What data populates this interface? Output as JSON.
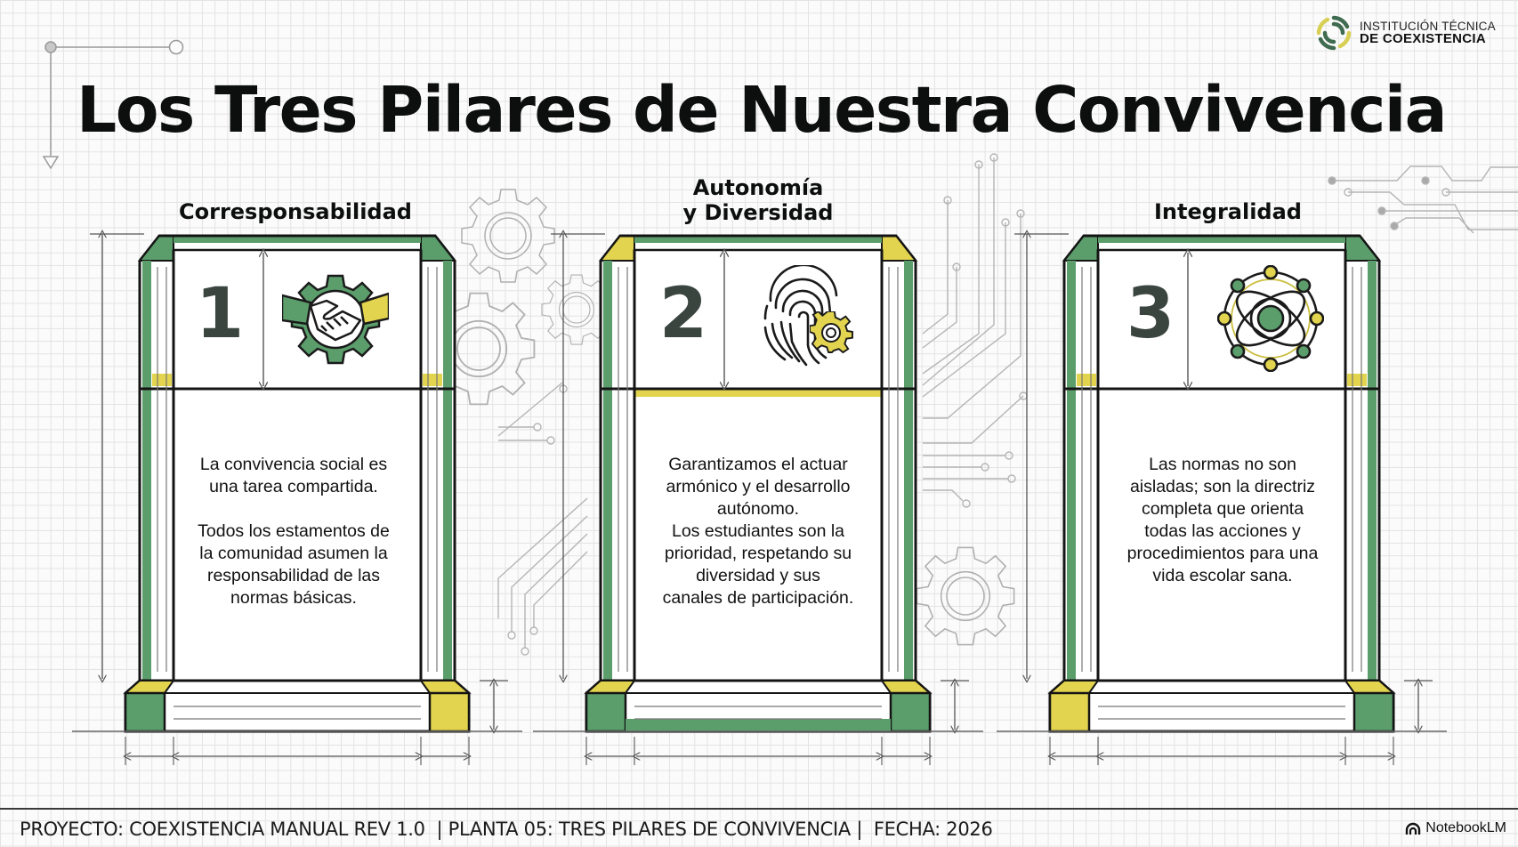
{
  "header": {
    "title": "Los Tres Pilares de Nuestra Convivencia",
    "logo": {
      "icon": "swirl-logo-icon",
      "line1": "INSTITUCIÓN TÉCNICA",
      "line2": "DE COEXISTENCIA"
    }
  },
  "pillars": [
    {
      "number": "1",
      "title": "Corresponsabilidad",
      "icon": "handshake-gear-icon",
      "text": "La convivencia social es\nuna tarea compartida.\n\nTodos los estamentos de\nla comunidad asumen la\nresponsabilidad de las\nnormas básicas."
    },
    {
      "number": "2",
      "title_line1": "Autonomía",
      "title_line2": "y Diversidad",
      "icon": "fingerprint-gear-icon",
      "text": "Garantizamos el actuar\narmónico y el desarrollo\nautónomo.\nLos estudiantes son la\nprioridad, respetando su\ndiversidad y sus\ncanales de participación."
    },
    {
      "number": "3",
      "title": "Integralidad",
      "icon": "atom-network-icon",
      "text": "Las normas no son\naisladas; son la directriz\ncompleta que orienta\ntodas las acciones y\nprocedimientos para una\nvida escolar sana."
    }
  ],
  "footer": {
    "text": "PROYECTO: COEXISTENCIA MANUAL REV 1.0  | PLANTA 05: TRES PILARES DE CONVIVENCIA |  FECHA: 2026",
    "brand": "NotebookLM",
    "brand_icon": "notebooklm-icon"
  },
  "colors": {
    "green": "#5b9e6c",
    "yellow": "#e2d44e",
    "outline": "#141414",
    "number": "#3a4540",
    "sketch": "#a8a8a8"
  }
}
